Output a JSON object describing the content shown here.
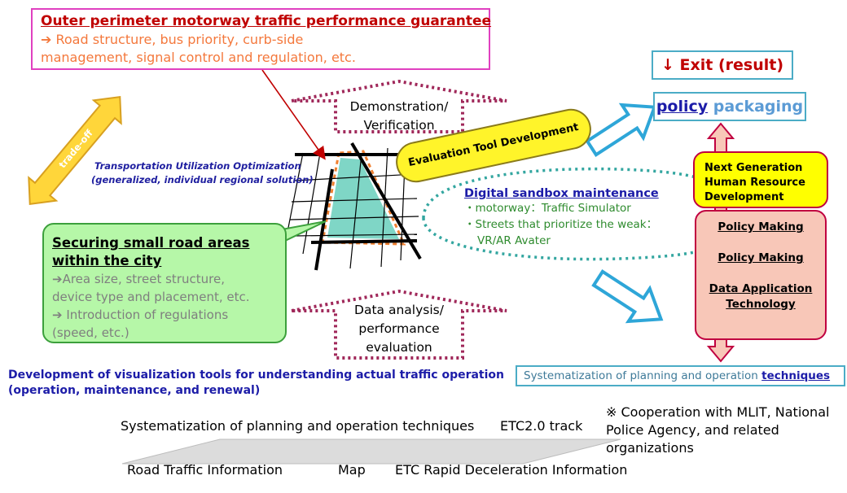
{
  "outer": {
    "title": "Outer perimeter motorway traffic performance guarantee",
    "line1": "➔ Road structure, bus priority, curb-side",
    "line2": "management, signal control and regulation, etc."
  },
  "tradeoff": "trade-off",
  "topo": {
    "line1": "Transportation Utilization Optimization",
    "line2": "(generalized, individual regional solution)"
  },
  "securing": {
    "title1": "Securing small road areas",
    "title2": "within the city",
    "body1": "➔Area size, street structure,",
    "body2": "device type and placement, etc.",
    "body3": "➔ Introduction of regulations",
    "body4": "(speed, etc.)"
  },
  "demonstration": {
    "line1": "Demonstration/",
    "line2": "Verification"
  },
  "data_analysis": {
    "line1": "Data analysis/",
    "line2": "performance",
    "line3": "evaluation"
  },
  "evaluation_tool": "Evaluation Tool Development",
  "sandbox": {
    "title": "Digital sandbox maintenance",
    "item1": "・motorway：Traffic Simulator",
    "item2": "・Streets that prioritize the weak：",
    "item3": "VR/AR Avater"
  },
  "exit": "↓ Exit (result)",
  "policy_packaging": {
    "part1": "policy",
    "part2": " packaging"
  },
  "next_gen": {
    "line1": "Next Generation",
    "line2": "Human Resource",
    "line3": "Development"
  },
  "policy_box": {
    "item1": "Policy Making",
    "item2": "Policy Making",
    "item3a": "Data Application",
    "item3b": "Technology"
  },
  "systematization": {
    "prefix": "Systematization of planning and operation ",
    "link": "techniques"
  },
  "visualization": {
    "line1": "Development of visualization tools for understanding actual traffic operation",
    "line2": " (operation, maintenance, and renewal)"
  },
  "bottom": {
    "sys": "Systematization of planning and operation techniques",
    "etc": "ETC2.0 track",
    "road": "Road Traffic Information",
    "map": "Map",
    "etc_rapid": "ETC Rapid Deceleration Information"
  },
  "cooperation": {
    "line1": "※ Cooperation with MLIT, National",
    "line2": "Police Agency, and related",
    "line3": "organizations"
  },
  "colors": {
    "red_title": "#c00000",
    "orange_text": "#f4783c",
    "navy": "#1c1ca8",
    "green_text": "#2e8b2e",
    "cyan_border": "#4bacc6",
    "callout_fill": "#b6f7a8",
    "yellow": "#fff42a",
    "pink_fill": "#f8c7b8",
    "crimson": "#c00040"
  }
}
